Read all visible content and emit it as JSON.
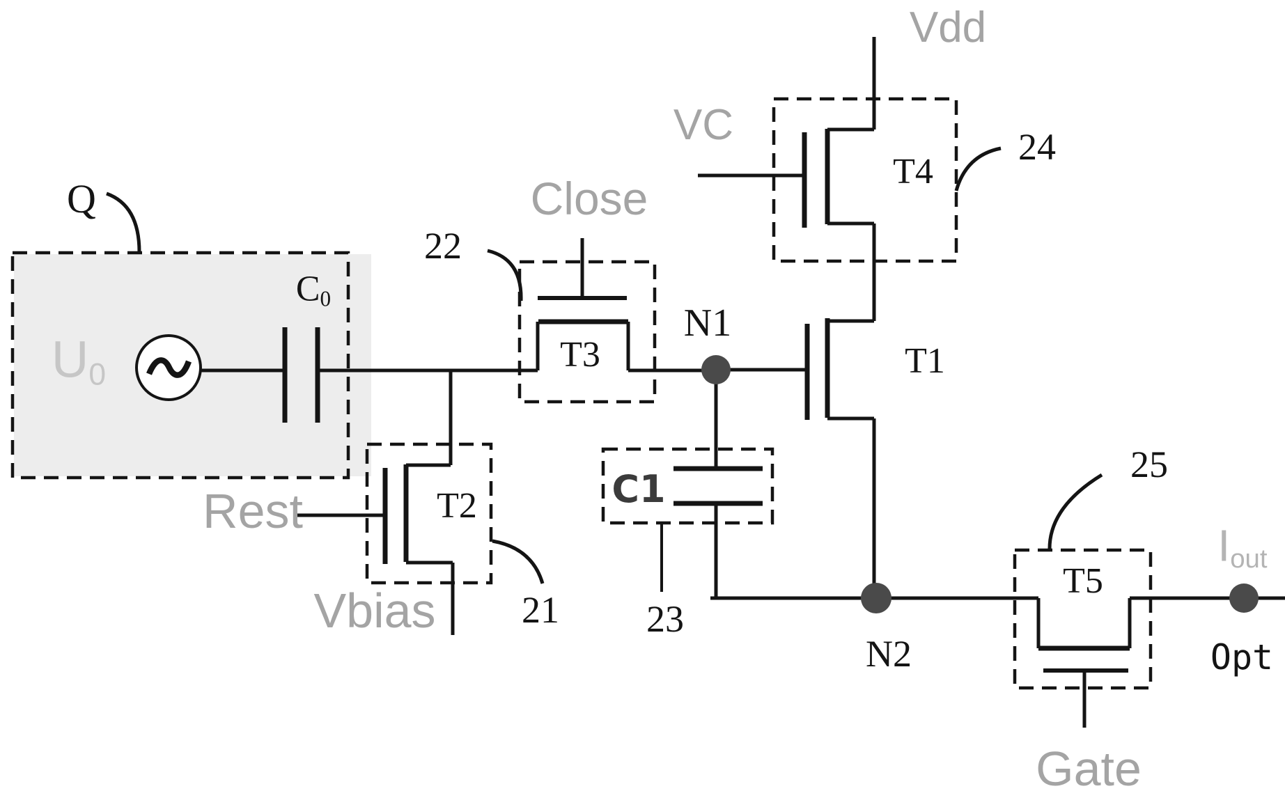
{
  "diagram_type": "circuit-schematic",
  "labels": {
    "block_q": "Q",
    "source_voltage": {
      "base": "U",
      "sub": "0"
    },
    "cap0": {
      "base": "C",
      "sub": "0"
    },
    "cap1": "C1",
    "signals": {
      "rest": "Rest",
      "vbias": "Vbias",
      "close": "Close",
      "vc": "VC",
      "vdd": "Vdd",
      "gate": "Gate"
    },
    "transistors": {
      "t1": "T1",
      "t2": "T2",
      "t3": "T3",
      "t4": "T4",
      "t5": "T5"
    },
    "nodes": {
      "n1": "N1",
      "n2": "N2"
    },
    "refs": {
      "r21": "21",
      "r22": "22",
      "r23": "23",
      "r24": "24",
      "r25": "25"
    },
    "output_current": {
      "base": "I",
      "sub": "out"
    },
    "output_terminal": "Opt"
  },
  "colors": {
    "wire": "#141414",
    "gray_label": "#a4a4a4",
    "light_gray_label": "#c6c6c6",
    "iout_label": "#b4b4b4",
    "node_fill": "#4a4a4a",
    "q_box_fill": "#ededed",
    "c1_label": "#3b3b3b"
  }
}
